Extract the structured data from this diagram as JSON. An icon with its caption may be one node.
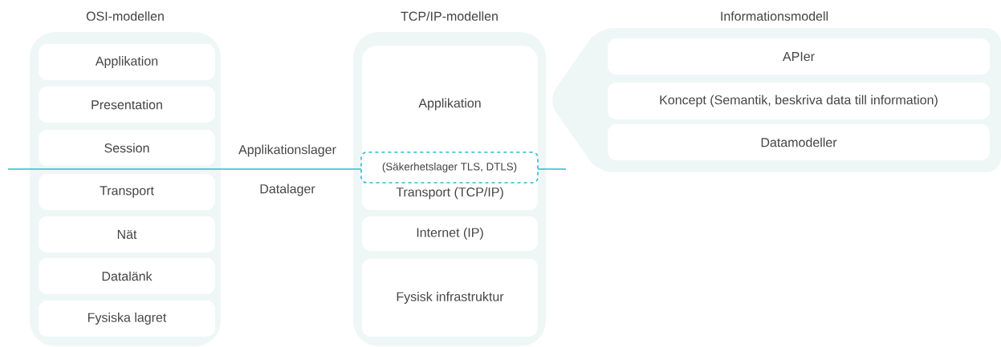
{
  "diagram": {
    "nodes": [
      {
        "text": [
          "OSI-modellen"
        ]
      },
      {
        "text": [
          "Applikation"
        ],
        "in": 0
      },
      {
        "text": [
          "Presentation"
        ],
        "in": 0
      },
      {
        "text": [
          "Session"
        ],
        "in": 0
      },
      {
        "text": [
          "Transport"
        ],
        "in": 0
      },
      {
        "text": [
          "Nät"
        ],
        "in": 0
      },
      {
        "text": [
          "Datalänk"
        ],
        "in": 0
      },
      {
        "text": [
          "Fysiska lagret"
        ],
        "in": 0
      },
      {
        "text": [
          "TCP/IP-modellen"
        ]
      },
      {
        "text": [
          "Applikation"
        ],
        "in": 8
      },
      {
        "text": [
          "(Säkerhetslager TLS, DTLS)"
        ],
        "in": 9
      },
      {
        "text": [
          "Transport (TCP/IP)"
        ],
        "in": 8
      },
      {
        "text": [
          "Internet (IP)"
        ],
        "in": 8
      },
      {
        "text": [
          "Fysisk infrastruktur"
        ],
        "in": 8
      },
      {
        "text": [
          "Informationsmodell"
        ]
      },
      {
        "text": [
          "APIer"
        ],
        "in": 14
      },
      {
        "text": [
          "Koncept (Semantik, beskriva data till information)"
        ],
        "in": 14
      },
      {
        "text": [
          "Datamodeller"
        ],
        "in": 14
      }
    ],
    "edges": [],
    "labels": [
      "Applikationslager",
      "Datalager"
    ]
  }
}
